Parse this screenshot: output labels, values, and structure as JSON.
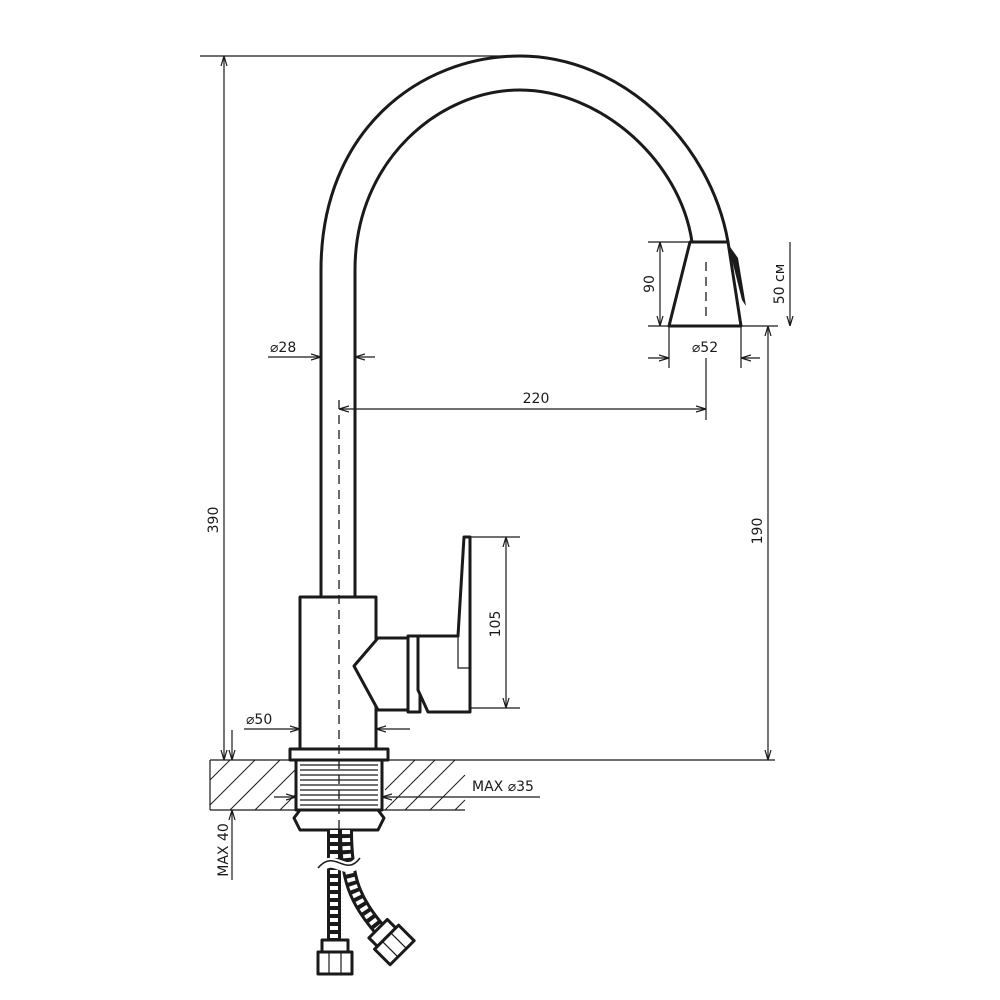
{
  "dimensions": {
    "total_height": "390",
    "spout_reach": "220",
    "spout_clearance": "190",
    "handle_height": "105",
    "aerator_height": "90",
    "aerator_adjust": "50 см",
    "aerator_diameter": "⌀52",
    "pipe_diameter": "⌀28",
    "body_diameter": "⌀50",
    "mount_hole": "MAX ⌀35",
    "countertop_thickness": "MAX 40"
  },
  "colors": {
    "line": "#1a1a1a",
    "background": "#ffffff"
  }
}
